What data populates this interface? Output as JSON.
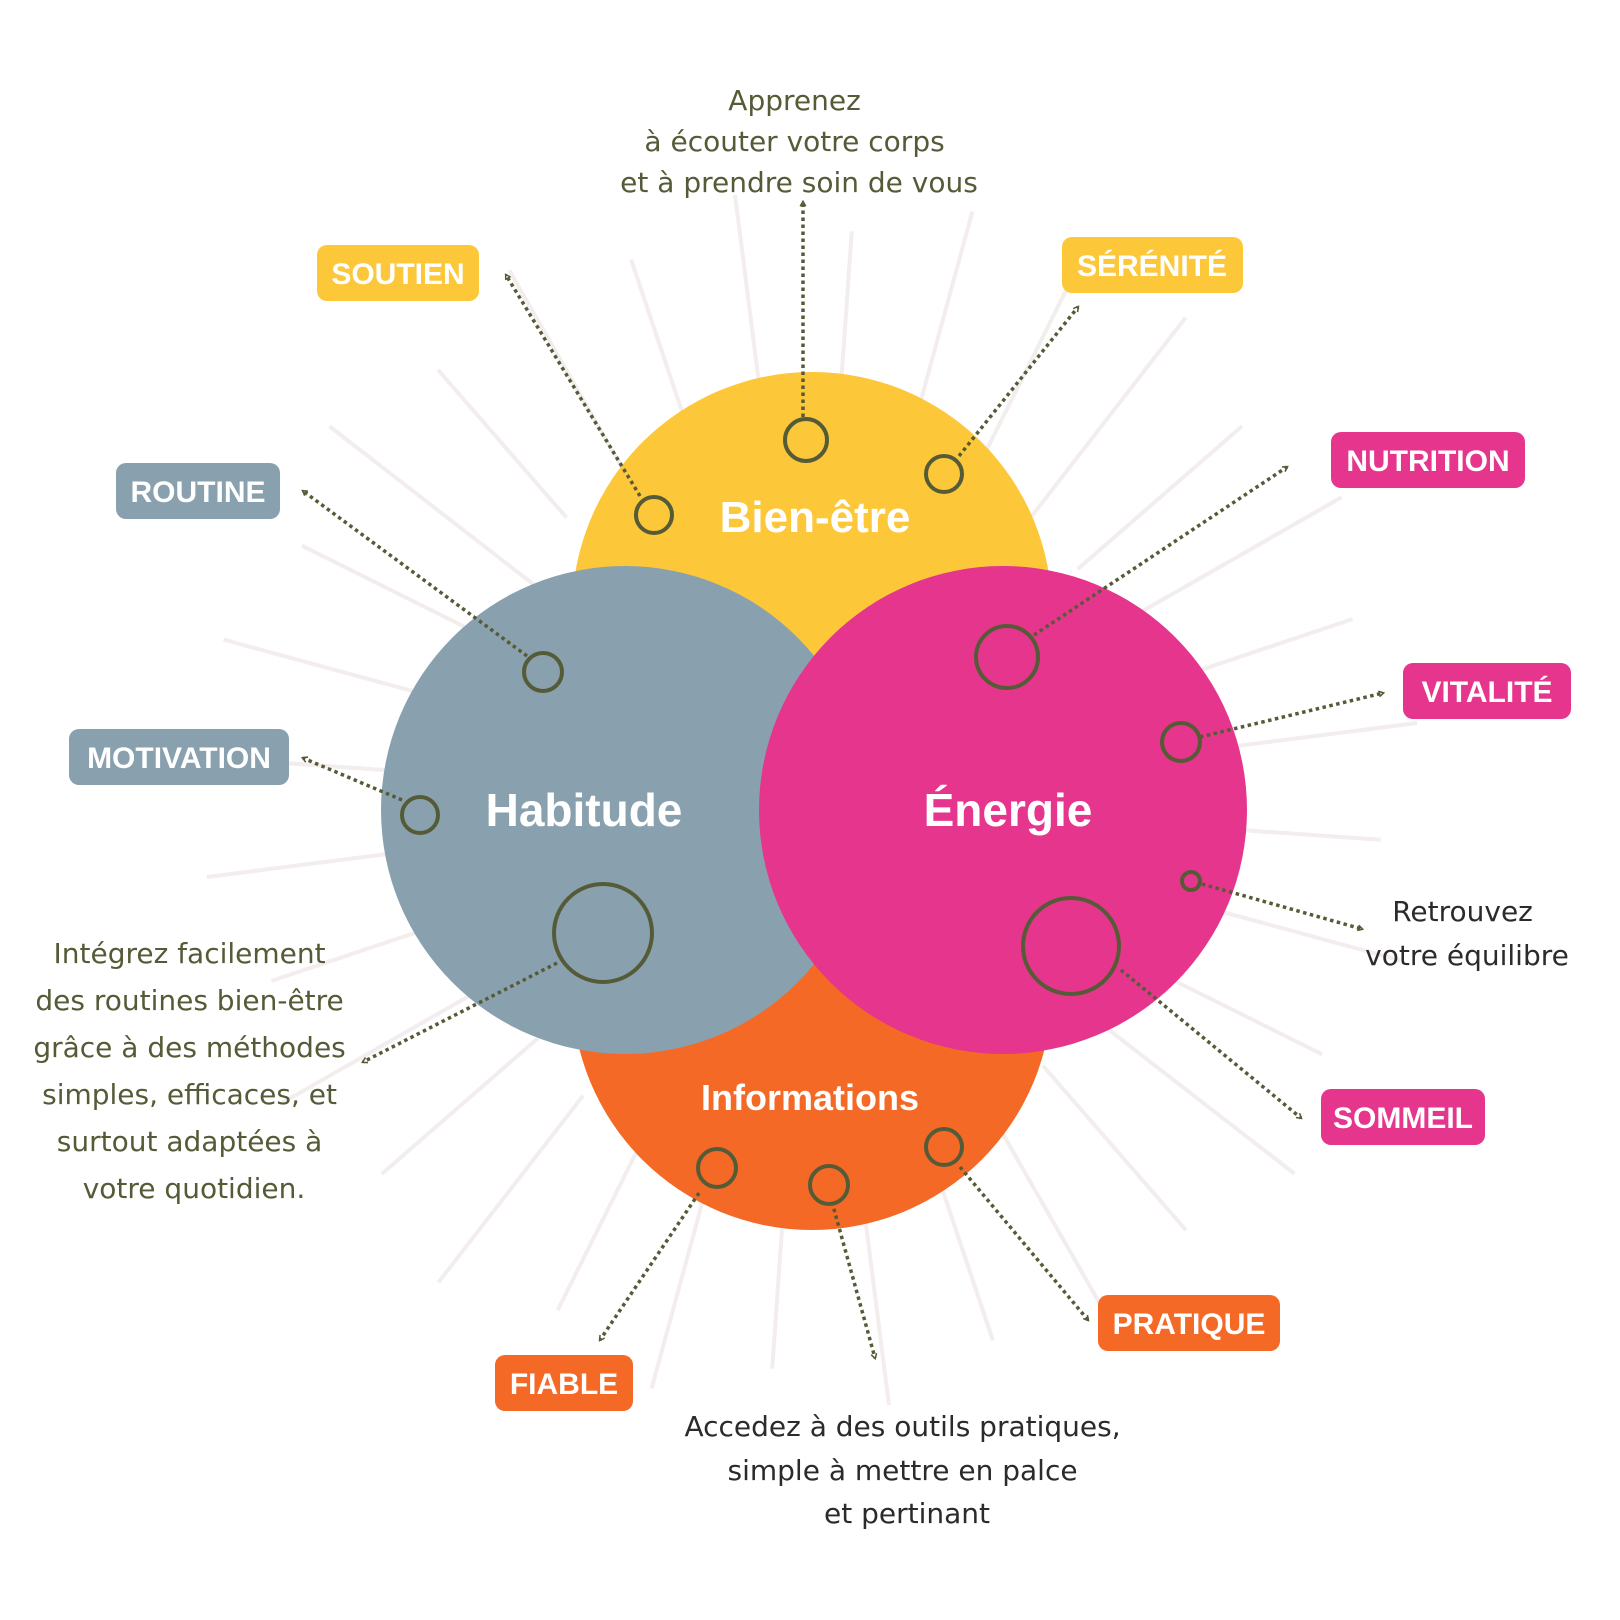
{
  "colors": {
    "yellow": "#FDC73A",
    "slate": "#89A1AF",
    "pink": "#E5358D",
    "orange": "#F56926",
    "olive": "#565B37",
    "dark_text": "#2B2B2B",
    "ray": "#F3EDED"
  },
  "circles": {
    "bien_etre": "Bien-être",
    "habitude": "Habitude",
    "energie": "Énergie",
    "informations": "Informations"
  },
  "tags": {
    "soutien": "SOUTIEN",
    "serenite": "SÉRÉNITÉ",
    "routine": "ROUTINE",
    "motivation": "MOTIVATION",
    "nutrition": "NUTRITION",
    "vitalite": "VITALITÉ",
    "sommeil": "SOMMEIL",
    "pratique": "PRATIQUE",
    "fiable": "FIABLE"
  },
  "descriptions": {
    "top": [
      "Apprenez",
      "à écouter votre corps",
      "et à prendre soin de vous"
    ],
    "left": [
      "Intégrez facilement",
      "des routines bien-être",
      "grâce à des méthodes",
      "simples, efficaces, et",
      "surtout adaptées à",
      "votre quotidien."
    ],
    "right": [
      "Retrouvez",
      "votre équilibre"
    ],
    "bottom": [
      "Accedez à des outils pratiques,",
      "simple à mettre en palce",
      "et pertinant"
    ]
  }
}
